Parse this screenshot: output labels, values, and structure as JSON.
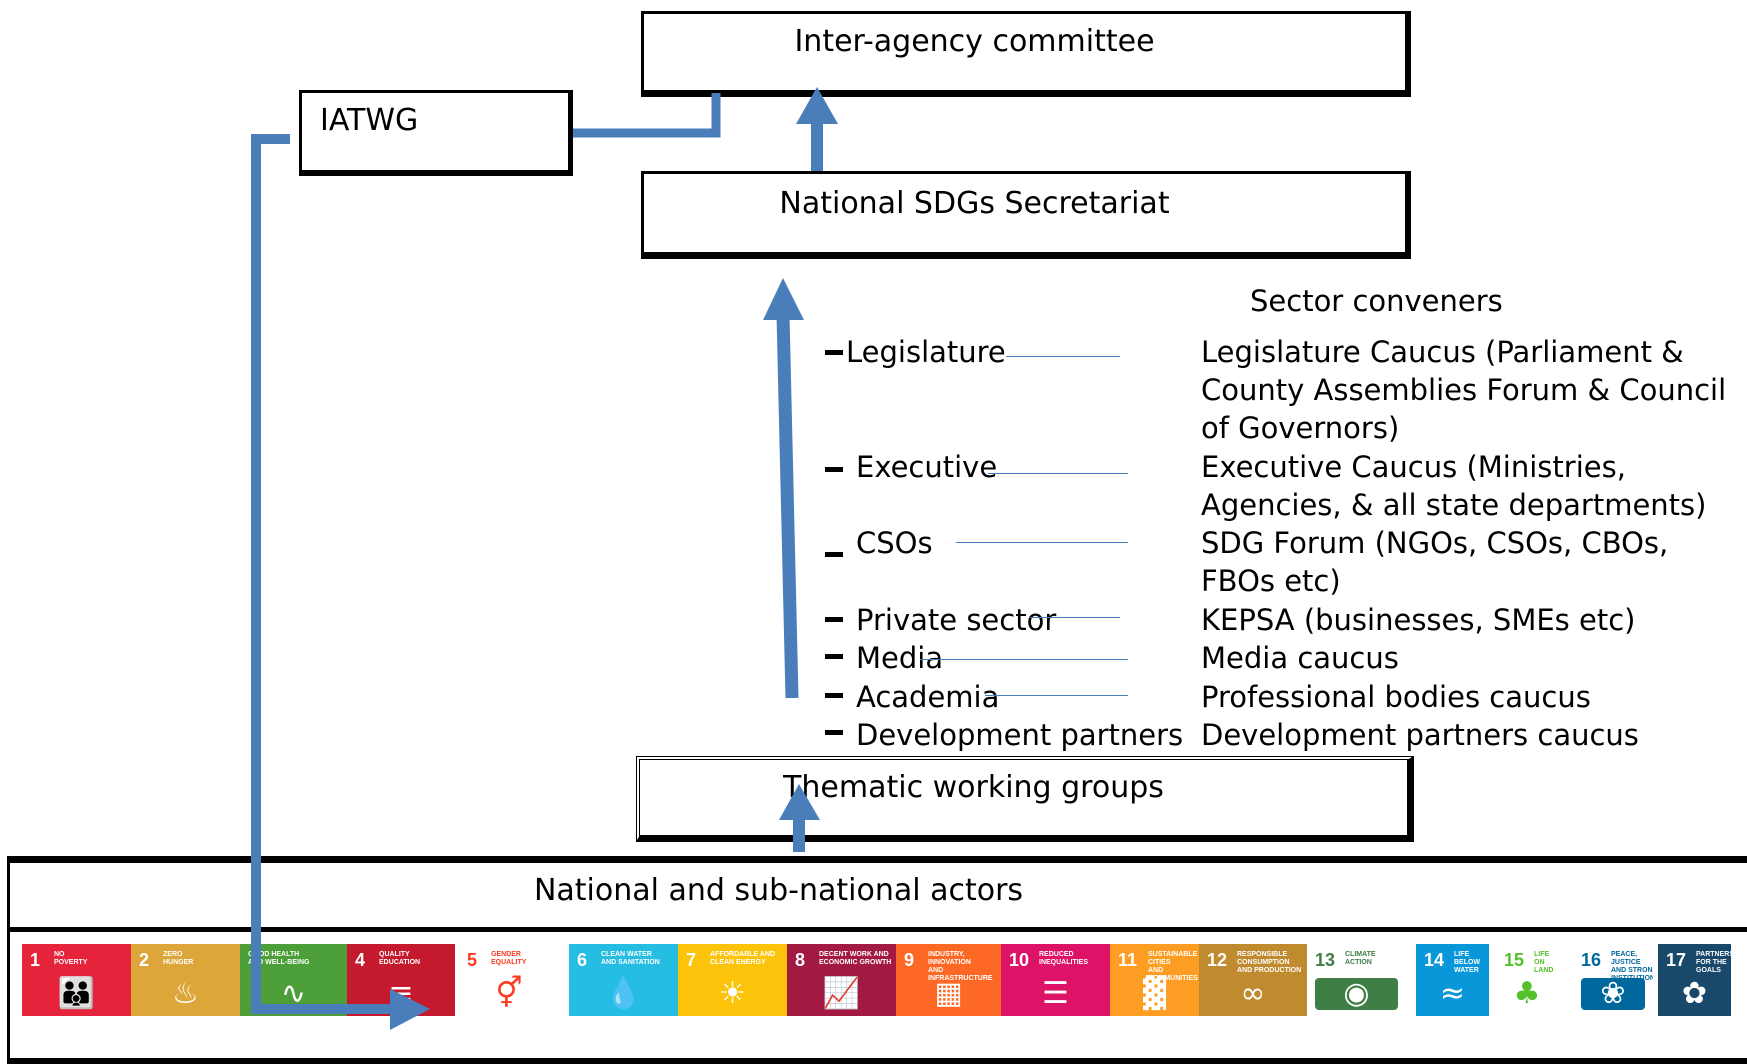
{
  "boxes": {
    "inter_agency": "Inter-agency committee",
    "iatwg": "IATWG",
    "secretariat": "National SDGs Secretariat",
    "thematic": "Thematic working groups",
    "national_actors": "National and sub-national actors"
  },
  "sector_conveners_heading": "Sector conveners",
  "sectors": [
    {
      "name": "Legislature",
      "convener_lines": [
        "Legislature Caucus (Parliament &",
        "County Assemblies Forum & Council",
        "of Governors)"
      ]
    },
    {
      "name": "Executive",
      "convener_lines": [
        "Executive Caucus (Ministries,",
        "Agencies, & all state departments)"
      ]
    },
    {
      "name": "CSOs",
      "convener_lines": [
        "SDG Forum (NGOs, CSOs, CBOs,",
        "FBOs etc)"
      ]
    },
    {
      "name": "Private sector",
      "convener_lines": [
        "KEPSA (businesses, SMEs etc)"
      ]
    },
    {
      "name": "Media",
      "convener_lines": [
        "Media caucus"
      ]
    },
    {
      "name": "Academia",
      "convener_lines": [
        "Professional bodies  caucus"
      ]
    },
    {
      "name": "Development partners",
      "convener_lines": [
        "Development partners caucus"
      ]
    }
  ],
  "sdg_goals": [
    {
      "num": "1",
      "label": "NO\nPOVERTY",
      "color": "#e5243b",
      "icon": "people-icon"
    },
    {
      "num": "2",
      "label": "ZERO\nHUNGER",
      "color": "#dda63a",
      "icon": "bowl-icon"
    },
    {
      "num": "",
      "label": "GOOD HEALTH\nAND WELL-BEING",
      "color": "#4c9f38",
      "icon": "heartbeat-icon"
    },
    {
      "num": "4",
      "label": "QUALITY\nEDUCATION",
      "color": "#c5192d",
      "icon": "book-icon"
    },
    {
      "num": "5",
      "label": "GENDER\nEQUALITY",
      "color": "#ff3a21",
      "icon": "gender-icon"
    },
    {
      "num": "6",
      "label": "CLEAN WATER\nAND SANITATION",
      "color": "#26bde2",
      "icon": "water-icon"
    },
    {
      "num": "7",
      "label": "AFFORDABLE AND\nCLEAN ENERGY",
      "color": "#fcc30b",
      "icon": "sun-icon"
    },
    {
      "num": "8",
      "label": "DECENT WORK AND\nECONOMIC GROWTH",
      "color": "#a21942",
      "icon": "growth-icon"
    },
    {
      "num": "9",
      "label": "INDUSTRY, INNOVATION\nAND INFRASTRUCTURE",
      "color": "#fd6925",
      "icon": "cubes-icon"
    },
    {
      "num": "10",
      "label": "REDUCED\nINEQUALITIES",
      "color": "#dd1367",
      "icon": "equal-icon"
    },
    {
      "num": "11",
      "label": "SUSTAINABLE CITIES\nAND COMMUNITIES",
      "color": "#fd9d24",
      "icon": "city-icon"
    },
    {
      "num": "12",
      "label": "RESPONSIBLE\nCONSUMPTION\nAND PRODUCTION",
      "color": "#bf8b2e",
      "icon": "infinity-icon"
    },
    {
      "num": "13",
      "label": "CLIMATE\nACTION",
      "color": "#3f7e44",
      "icon": "eye-globe-icon"
    },
    {
      "num": "14",
      "label": "LIFE\nBELOW WATER",
      "color": "#0a97d9",
      "icon": "fish-icon"
    },
    {
      "num": "15",
      "label": "LIFE\nON LAND",
      "color": "#56c02b",
      "icon": "tree-icon"
    },
    {
      "num": "16",
      "label": "PEACE, JUSTICE\nAND STRONG\nINSTITUTIONS",
      "color": "#00689d",
      "icon": "dove-icon"
    },
    {
      "num": "17",
      "label": "PARTNERSHIPS\nFOR THE GOALS",
      "color": "#19486a",
      "icon": "flower-icon"
    }
  ],
  "colors": {
    "arrow": "#4a7ebb",
    "border": "#000000"
  }
}
